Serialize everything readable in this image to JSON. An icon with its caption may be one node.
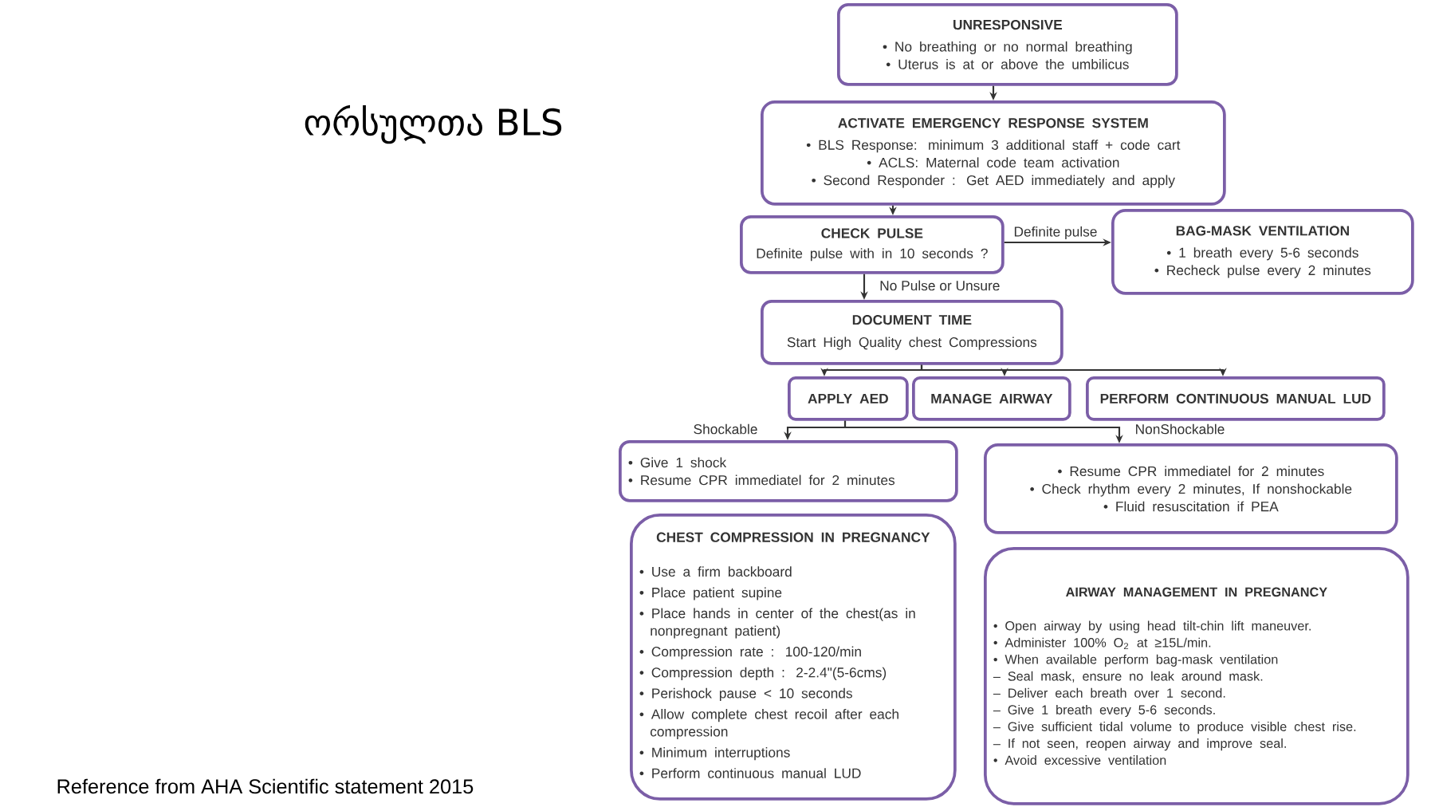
{
  "diagram": {
    "title": "ორსულთა BLS",
    "caption": "Reference from AHA Scientific statement 2015",
    "nodes": [
      {
        "text": [
          "UNRESPONSIVE",
          "• No breathing or no normal breathing",
          "• Uterus is at or above the umbilicus"
        ]
      },
      {
        "text": [
          "ACTIVATE EMERGENCY RESPONSE SYSTEM",
          "• BLS Response: minimum 3 additional staff + code cart",
          "• ACLS: Maternal code team activation",
          "• Second Responder : Get AED immediately and apply"
        ]
      },
      {
        "text": [
          "CHECK PULSE",
          "Definite pulse with in 10 seconds ?"
        ]
      },
      {
        "text": [
          "BAG-MASK VENTILATION",
          "• 1 breath every 5-6 seconds",
          "• Recheck pulse every 2 minutes"
        ]
      },
      {
        "text": [
          "DOCUMENT TIME",
          "Start High Quality chest Compressions"
        ]
      },
      {
        "text": [
          "APPLY AED"
        ]
      },
      {
        "text": [
          "MANAGE AIRWAY"
        ]
      },
      {
        "text": [
          "PERFORM CONTINUOUS MANUAL LUD"
        ]
      },
      {
        "text": [
          "• Give 1 shock",
          "• Resume CPR immediatel for 2 minutes"
        ]
      },
      {
        "text": [
          "• Resume CPR immediatel for 2 minutes",
          "• Check rhythm every 2 minutes, If nonshockable",
          "• Fluid resuscitation if PEA"
        ]
      },
      {
        "text": [
          "CHEST COMPRESSION IN PREGNANCY",
          "• Use a firm backboard",
          "• Place patient supine",
          "• Place hands in center of the chest(as in nonpregnant patient)",
          "• Compression rate : 100-120/min",
          "• Compression depth : 2-2.4\"(5-6cms)",
          "• Perishock pause < 10 seconds",
          "• Allow complete chest recoil after each compression",
          "• Minimum interruptions",
          "• Perform continuous manual LUD"
        ]
      },
      {
        "text": [
          "AIRWAY MANAGEMENT IN PREGNANCY",
          "• Open airway by using head tilt-chin lift maneuver.",
          "• Administer 100% O$_{2}$ at ≥15L/min.",
          "• When available perform bag-mask ventilation",
          "– Seal mask, ensure no leak around mask.",
          "– Deliver each breath over 1 second.",
          "– Give 1 breath every 5-6 seconds.",
          "– Give sufficient tidal volume to produce visible chest rise.",
          "– If not seen, reopen airway and improve seal.",
          "• Avoid excessive ventilation"
        ]
      }
    ],
    "edges": [
      {
        "from": 0,
        "to": 1,
        "arrow": "to"
      },
      {
        "from": 1,
        "to": 2,
        "arrow": "to"
      },
      {
        "from": 2,
        "to": 3,
        "arrow": "to",
        "label": "Definite pulse"
      },
      {
        "from": 2,
        "to": 4,
        "arrow": "to",
        "label": "No Pulse or Unsure"
      },
      {
        "from": 4,
        "to": 5,
        "arrow": "to"
      },
      {
        "from": 4,
        "to": 6,
        "arrow": "to"
      },
      {
        "from": 4,
        "to": 7,
        "arrow": "to"
      },
      {
        "from": 5,
        "to": 8,
        "arrow": "to",
        "label": "Shockable"
      },
      {
        "from": 5,
        "to": 9,
        "arrow": "to",
        "label": "NonShockable"
      }
    ]
  }
}
